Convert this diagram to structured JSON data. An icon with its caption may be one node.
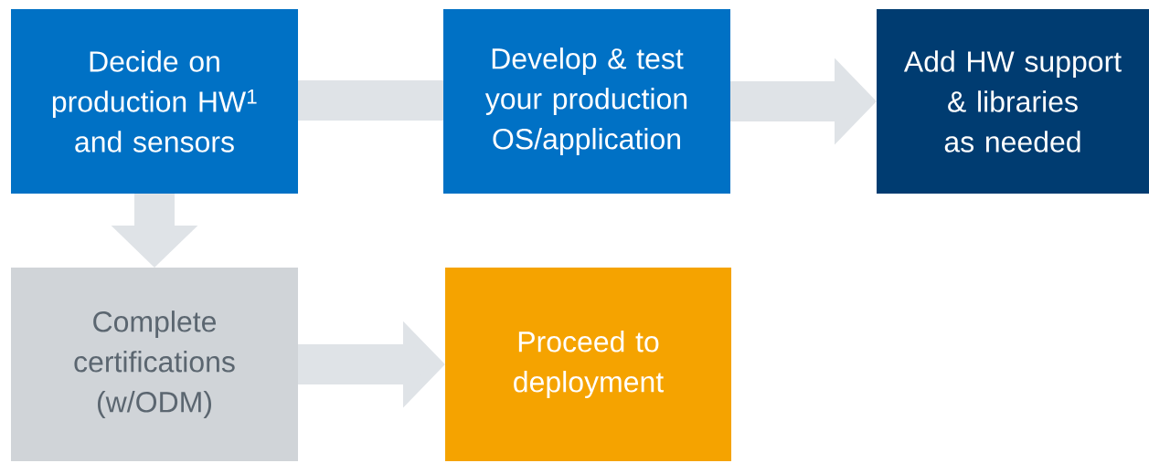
{
  "diagram": {
    "nodes": [
      {
        "text": [
          "Decide on production HW$^{1}$ and sensors"
        ]
      },
      {
        "text": [
          "Develop & test your production OS/application"
        ]
      },
      {
        "text": [
          "Add HW support & libraries as needed"
        ]
      },
      {
        "text": [
          "Complete certifications (w/ODM)"
        ]
      },
      {
        "text": [
          "Proceed to deployment"
        ]
      }
    ],
    "edges": [
      {
        "from": 0,
        "to": 1,
        "arrow": "none"
      },
      {
        "from": 1,
        "to": 2,
        "arrow": "to"
      },
      {
        "from": 0,
        "to": 3,
        "arrow": "to"
      },
      {
        "from": 3,
        "to": 4,
        "arrow": "to"
      }
    ]
  }
}
